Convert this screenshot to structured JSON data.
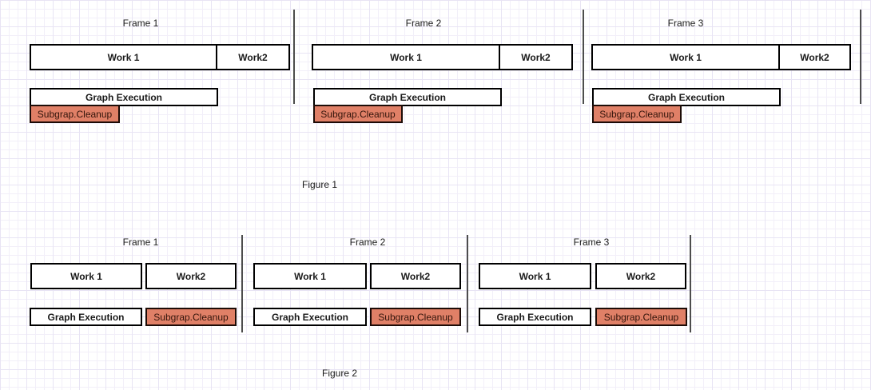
{
  "colors": {
    "box_fill": "#ffffff",
    "box_border": "#000000",
    "cleanup_fill": "#e08067",
    "cleanup_border": "#1d0c07",
    "cleanup_text": "#33140b",
    "divider": "#4d4d4d",
    "grid_minor": "#f2eff9",
    "grid_major": "#e8e4f4",
    "text": "#1a1a1a"
  },
  "figure1": {
    "caption": "Figure 1",
    "frames": [
      {
        "label": "Frame 1",
        "work1": "Work 1",
        "work2": "Work2",
        "graph": "Graph Execution",
        "cleanup": "Subgrap.Cleanup"
      },
      {
        "label": "Frame 2",
        "work1": "Work 1",
        "work2": "Work2",
        "graph": "Graph Execution",
        "cleanup": "Subgrap.Cleanup"
      },
      {
        "label": "Frame 3",
        "work1": "Work 1",
        "work2": "Work2",
        "graph": "Graph Execution",
        "cleanup": "Subgrap.Cleanup"
      }
    ]
  },
  "figure2": {
    "caption": "Figure 2",
    "frames": [
      {
        "label": "Frame 1",
        "work1": "Work 1",
        "work2": "Work2",
        "graph": "Graph Execution",
        "cleanup": "Subgrap.Cleanup"
      },
      {
        "label": "Frame 2",
        "work1": "Work 1",
        "work2": "Work2",
        "graph": "Graph Execution",
        "cleanup": "Subgrap.Cleanup"
      },
      {
        "label": "Frame 3",
        "work1": "Work 1",
        "work2": "Work2",
        "graph": "Graph Execution",
        "cleanup": "Subgrap.Cleanup"
      }
    ]
  }
}
